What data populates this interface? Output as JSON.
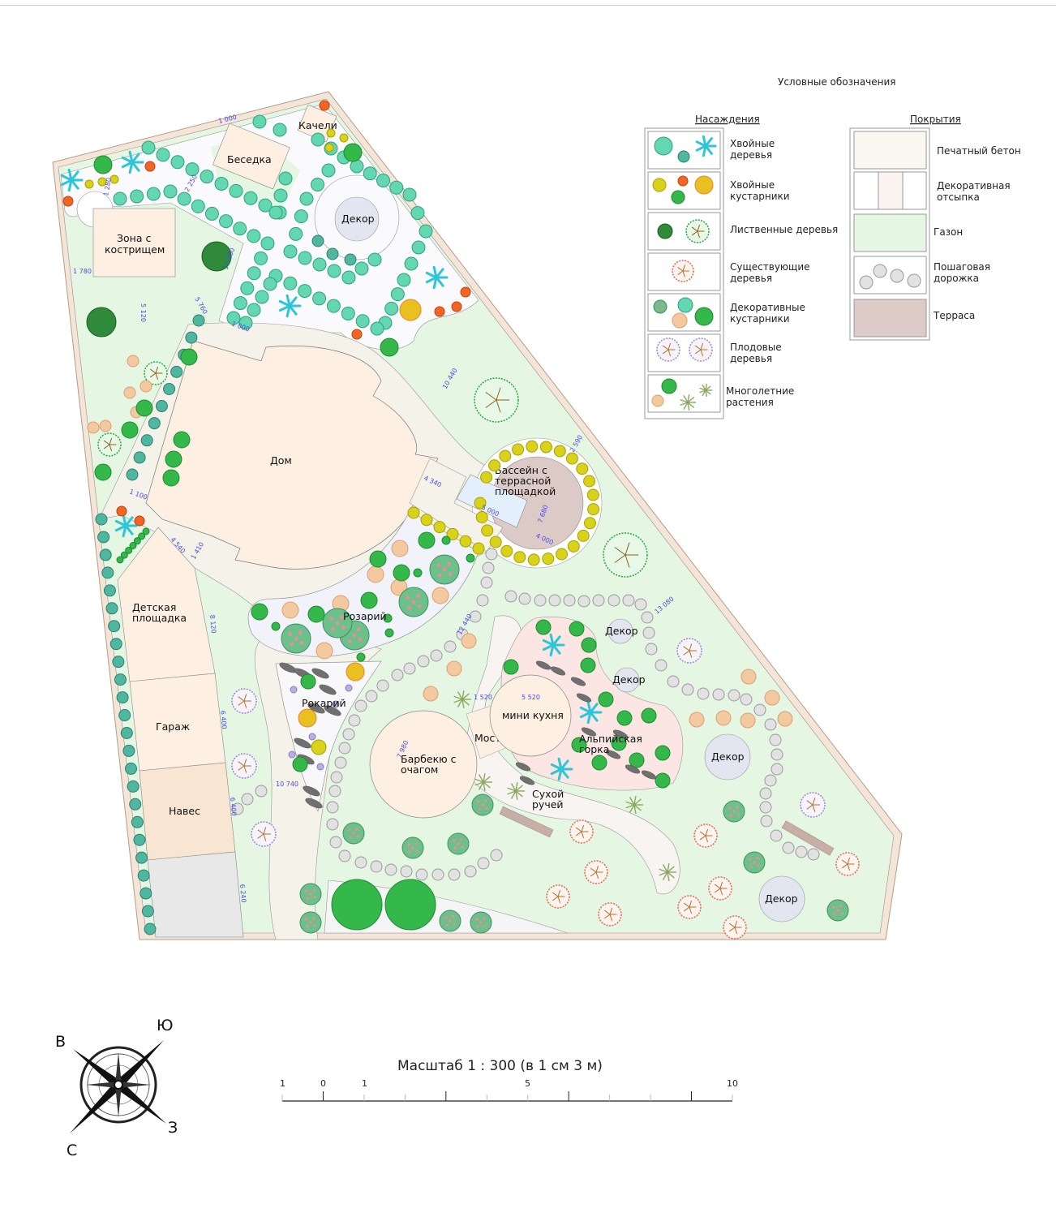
{
  "plan": {
    "zones": {
      "kacheli": "Качели",
      "besedka": "Беседка",
      "dekor_top": "Декор",
      "koster_1": "Зона с",
      "koster_2": "кострищем",
      "dom": "Дом",
      "pool_1": "Бассейн с",
      "pool_2": "террасной",
      "pool_3": "площадкой",
      "rozariy": "Розарий",
      "rokariy": "Рокарий",
      "detskaya_1": "Детская",
      "detskaya_2": "площадка",
      "garazh": "Гараж",
      "naves": "Навес",
      "bbq_1": "Барбекю с",
      "bbq_2": "очагом",
      "most": "Мост",
      "mini_kuhnya": "мини кухня",
      "alpine_1": "Альпийская",
      "alpine_2": "горка",
      "ruchey_1": "Сухой",
      "ruchey_2": "ручей",
      "dekor_1": "Декор",
      "dekor_2": "Декор",
      "dekor_3": "Декор",
      "dekor_4": "Декор"
    },
    "dimensions": [
      "1 000",
      "1 280",
      "2 250",
      "11 260",
      "1 780",
      "5 120",
      "5 760",
      "1 000",
      "10 440",
      "2 590",
      "4 340",
      "5 000",
      "7 680",
      "4 000",
      "12 440",
      "13 080",
      "1 520",
      "5 520",
      "7 980",
      "1 100",
      "4 540",
      "1 410",
      "8 120",
      "6 400",
      "6 400",
      "10 740",
      "6 240"
    ]
  },
  "legend": {
    "title": "Условные обозначения",
    "plantings": {
      "heading": "Насаждения",
      "items": [
        {
          "l1": "Хвойные",
          "l2": "деревья"
        },
        {
          "l1": "Хвойные",
          "l2": "кустарники"
        },
        {
          "l1": "Лиственные деревья",
          "l2": ""
        },
        {
          "l1": "Существующие",
          "l2": "деревья"
        },
        {
          "l1": "Декоративные",
          "l2": "кустарники"
        },
        {
          "l1": "Плодовые",
          "l2": "деревья"
        },
        {
          "l1": "Многолетние",
          "l2": "растения"
        }
      ]
    },
    "surfaces": {
      "heading": "Покрытия",
      "items": [
        {
          "l1": "Печатный бетон",
          "l2": ""
        },
        {
          "l1": "Декоративная",
          "l2": "отсыпка"
        },
        {
          "l1": "Газон",
          "l2": ""
        },
        {
          "l1": "Пошаговая",
          "l2": "дорожка"
        },
        {
          "l1": "Терраса",
          "l2": ""
        }
      ]
    }
  },
  "compass": {
    "n": "С",
    "s": "Ю",
    "e": "В",
    "w": "З"
  },
  "scale": {
    "title": "Масштаб 1 : 300 (в 1 см 3 м)",
    "ticks": [
      "1",
      "0",
      "1",
      "5",
      "10"
    ]
  },
  "colors": {
    "lawn": "#e5f6e3",
    "concrete": "#f5f2ea",
    "building": "#fdf0e2",
    "terrace": "#dccac6",
    "pool": "#e3f0fb",
    "decor": "#e3e6f0",
    "alpine": "#fbe6e3",
    "stone": "#e2e2e2",
    "conifer": "#62d7b0",
    "dimension": "#4a4af0"
  }
}
